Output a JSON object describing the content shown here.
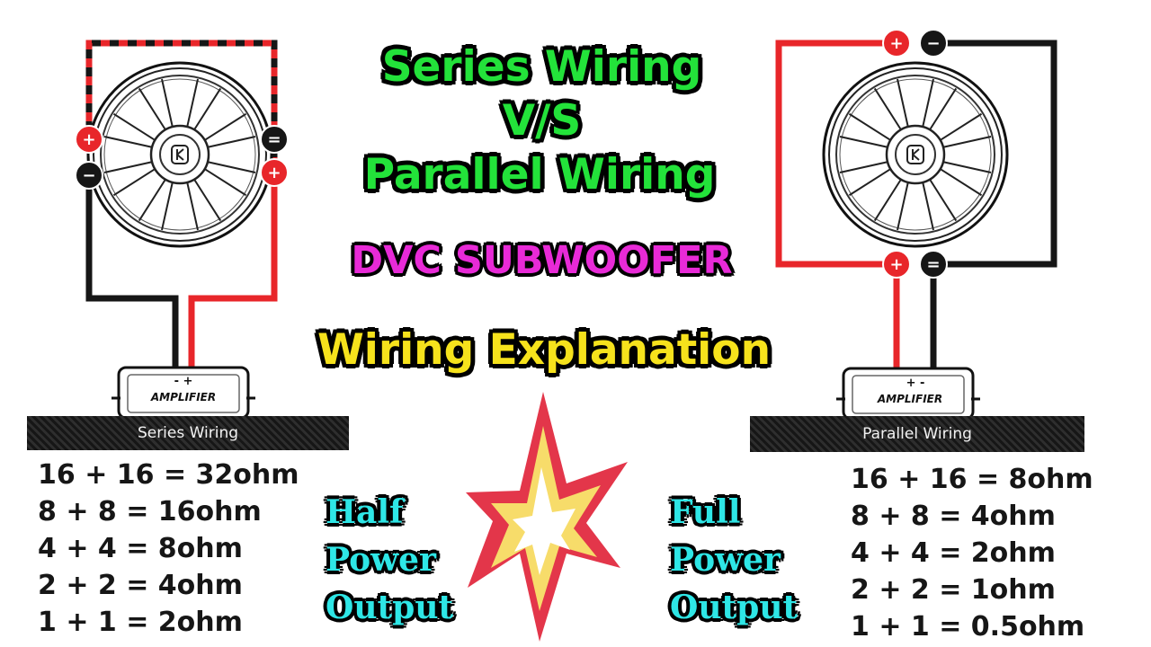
{
  "title": {
    "line1": "Series Wiring",
    "line2": "V/S",
    "line3": "Parallel Wiring",
    "subtitle": "DVC SUBWOOFER",
    "tagline": "Wiring Explanation"
  },
  "series": {
    "banner": "Series Wiring",
    "amplifier_label": "AMPLIFIER",
    "amp_terminals": "- +",
    "power_text": [
      "Half",
      "Power",
      "Output"
    ],
    "ohm_list": [
      "16 + 16 = 32ohm",
      "8 + 8 = 16ohm",
      "4 + 4 = 8ohm",
      "2 + 2 = 4ohm",
      "1 + 1 = 2ohm"
    ]
  },
  "parallel": {
    "banner": "Parallel Wiring",
    "amplifier_label": "AMPLIFIER",
    "amp_terminals": "+ -",
    "power_text": [
      "Full",
      "Power",
      "Output"
    ],
    "ohm_list": [
      "16 + 16 = 8ohm",
      "8 + 8 = 4ohm",
      "4 + 4 = 2ohm",
      "2 + 2 = 1ohm",
      "1 + 1 = 0.5ohm"
    ]
  },
  "colors": {
    "positive_wire": "#e8262a",
    "negative_wire": "#161616",
    "title_green": "#23e23a",
    "subtitle_magenta": "#e82ad7",
    "tagline_yellow": "#f6e21c",
    "power_cyan": "#2ee6e6",
    "burst_red": "#e3364a",
    "burst_yellow": "#f7dc6a"
  },
  "icons": {
    "speaker": "subwoofer-icon",
    "amplifier": "amplifier-icon",
    "burst": "explosion-burst-icon"
  }
}
